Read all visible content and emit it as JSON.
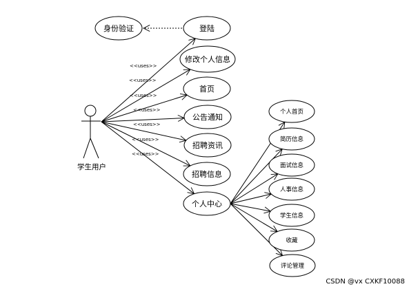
{
  "actor": {
    "name": "学生用户"
  },
  "auth": {
    "label": "身份验证"
  },
  "main_use_cases": [
    {
      "id": "login",
      "label": "登陆",
      "stereotype": "<<uses>>"
    },
    {
      "id": "edit-profile",
      "label": "修改个人信息",
      "stereotype": "<<uses>>"
    },
    {
      "id": "home",
      "label": "首页",
      "stereotype": "<<uses>>"
    },
    {
      "id": "notice",
      "label": "公告通知",
      "stereotype": "<<uses>>"
    },
    {
      "id": "recruit-news",
      "label": "招聘资讯",
      "stereotype": "<<uses>>"
    },
    {
      "id": "recruit-info",
      "label": "招聘信息",
      "stereotype": "<<uses>>"
    },
    {
      "id": "personal-center",
      "label": "个人中心",
      "stereotype": "<<uses>>"
    }
  ],
  "sub_use_cases": [
    {
      "id": "personal-home",
      "label": "个人首页"
    },
    {
      "id": "resume",
      "label": "简历信息"
    },
    {
      "id": "interview",
      "label": "面试信息"
    },
    {
      "id": "hr",
      "label": "人事信息"
    },
    {
      "id": "student",
      "label": "学生信息"
    },
    {
      "id": "favorites",
      "label": "收藏"
    },
    {
      "id": "comments",
      "label": "评论管理"
    }
  ],
  "watermark": "CSDN @vx  CXKF10088"
}
